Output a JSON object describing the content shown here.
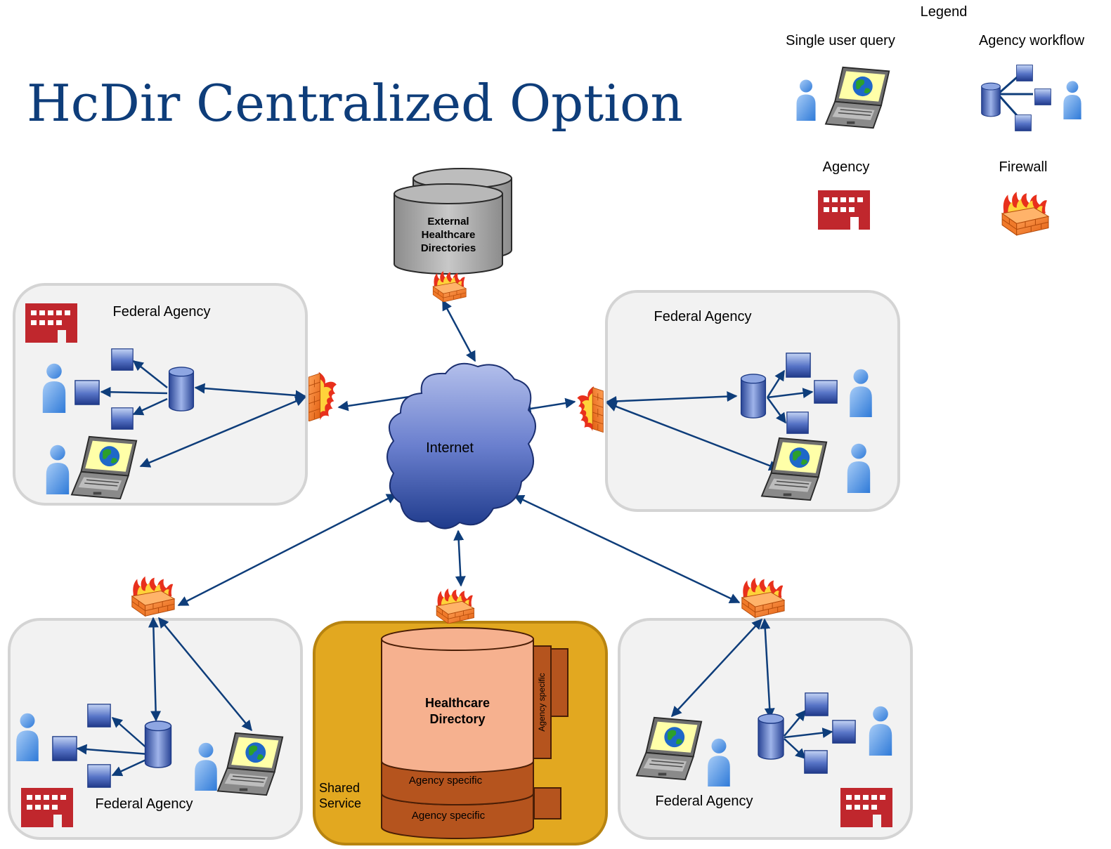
{
  "title": "HcDir Centralized Option",
  "legend": {
    "heading": "Legend",
    "single_user_query": "Single user query",
    "agency_workflow": "Agency workflow",
    "agency": "Agency",
    "firewall": "Firewall"
  },
  "external": {
    "line1": "External",
    "line2": "Healthcare",
    "line3": "Directories"
  },
  "internet": "Internet",
  "agencies": {
    "top_left": "Federal Agency",
    "top_right": "Federal Agency",
    "bottom_left": "Federal Agency",
    "bottom_right": "Federal Agency"
  },
  "shared": {
    "line1": "Shared",
    "line2": "Service",
    "directory_line1": "Healthcare",
    "directory_line2": "Directory",
    "agency_specific_1": "Agency specific",
    "agency_specific_2": "Agency specific",
    "agency_specific_vertical": "Agency specific"
  },
  "colors": {
    "title": "#0e3d7a",
    "arrow": "#0e3d7a",
    "panel_fill": "#f2f2f2",
    "panel_stroke": "#d4d4d4",
    "shared_fill": "#e2a820",
    "shared_stroke": "#b88410",
    "directory_top": "#f6b18f",
    "directory_layer": "#b5541e",
    "agency_icon": "#c0272d",
    "cloud_top": "#aab6e6",
    "cloud_bottom": "#223f8f"
  }
}
